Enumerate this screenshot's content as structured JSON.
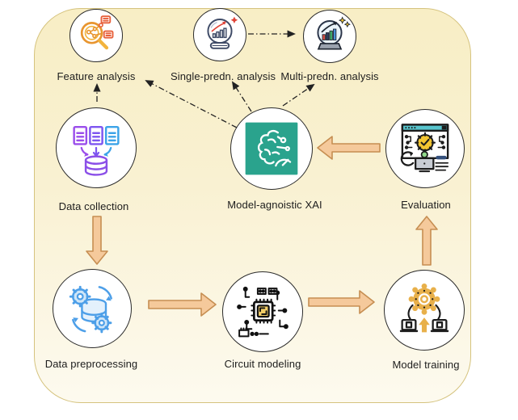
{
  "diagram": {
    "nodes": {
      "feature": {
        "label": "Feature analysis",
        "icon": "magnifier-network-icon"
      },
      "single": {
        "label": "Single-predn. analysis",
        "icon": "crystal-ball-chart-icon"
      },
      "multi": {
        "label": "Multi-predn. analysis",
        "icon": "crystal-ball-bars-icon"
      },
      "collection": {
        "label": "Data collection",
        "icon": "documents-to-database-icon"
      },
      "xai": {
        "label": "Model-agnoistic XAI",
        "icon": "brain-chip-icon"
      },
      "evaluation": {
        "label": "Evaluation",
        "icon": "gear-monitor-checklist-icon"
      },
      "preprocessing": {
        "label": "Data preprocessing",
        "icon": "gears-database-icon"
      },
      "circuit": {
        "label": "Circuit modeling",
        "icon": "cpu-circuit-icon"
      },
      "training": {
        "label": "Model training",
        "icon": "gear-books-icon"
      }
    },
    "edges": {
      "solid": [
        {
          "from": "Data collection",
          "to": "Data preprocessing"
        },
        {
          "from": "Data preprocessing",
          "to": "Circuit modeling"
        },
        {
          "from": "Circuit modeling",
          "to": "Model training"
        },
        {
          "from": "Model training",
          "to": "Evaluation"
        },
        {
          "from": "Evaluation",
          "to": "Model-agnoistic XAI"
        }
      ],
      "dashed": [
        {
          "from": "Data collection",
          "to": "Feature analysis"
        },
        {
          "from": "Model-agnoistic XAI",
          "to": "Feature analysis"
        },
        {
          "from": "Model-agnoistic XAI",
          "to": "Single-predn. analysis"
        },
        {
          "from": "Model-agnoistic XAI",
          "to": "Multi-predn. analysis"
        },
        {
          "from": "Single-predn. analysis",
          "to": "Multi-predn. analysis"
        }
      ]
    },
    "colors": {
      "frame_bg_top": "#f8eec5",
      "frame_bg_bottom": "#fdfaef",
      "frame_border": "#d5c37e",
      "block_arrow_fill": "#f5c99b",
      "block_arrow_stroke": "#c68e52",
      "dashed_arrow": "#222222",
      "xai_accent": "#2aa38d",
      "node_border": "#2b2b2b"
    }
  }
}
